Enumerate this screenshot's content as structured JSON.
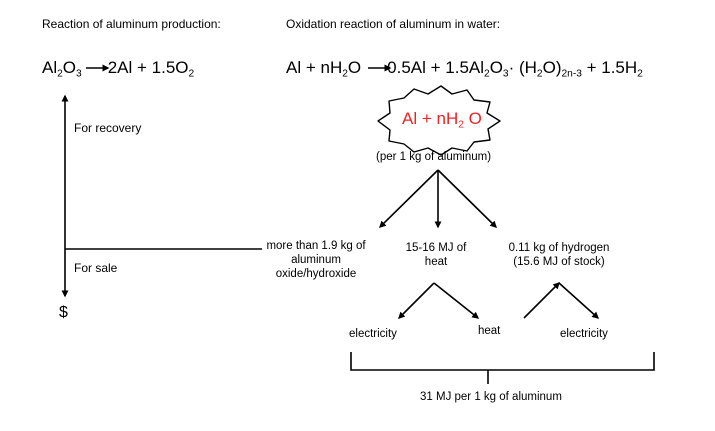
{
  "colors": {
    "line": "#000000",
    "highlight": "#e8262a",
    "background": "#ffffff"
  },
  "left": {
    "heading": "Reaction of aluminum production:",
    "eq": {
      "al": "Al",
      "s1": "2",
      "o": "O",
      "s2": "3",
      "rhs_a": "2Al + 1.5O",
      "s3": "2"
    },
    "for_recovery": "For recovery",
    "for_sale": "For sale",
    "dollar": "$"
  },
  "right": {
    "heading": "Oxidation reaction of aluminum in water:",
    "eq": {
      "p1": "Al + nH",
      "s1": "2",
      "p2": "O",
      "p3": "0.5Al + 1.5Al",
      "s2": "2",
      "p4": "O",
      "s3": "3",
      "p5": "· (H",
      "s4": "2",
      "p6": "O)",
      "s5": "2n-3",
      "p7": " + 1.5H",
      "s6": "2"
    },
    "burst": {
      "p1": "Al + nH",
      "s1": "2",
      "p2": " O"
    },
    "per_kg": "(per 1 kg of aluminum)",
    "outputs": {
      "oxide": [
        "more than 1.9 kg of",
        "aluminum",
        "oxide/hydroxide"
      ],
      "heat": [
        "15-16 MJ of",
        "heat"
      ],
      "hydrogen": [
        "0.11 kg of hydrogen",
        "(15.6 MJ of stock)"
      ]
    },
    "leaves": {
      "electricity_left": "electricity",
      "heat": "heat",
      "electricity_right": "electricity"
    },
    "total": "31 MJ per 1 kg of aluminum"
  }
}
